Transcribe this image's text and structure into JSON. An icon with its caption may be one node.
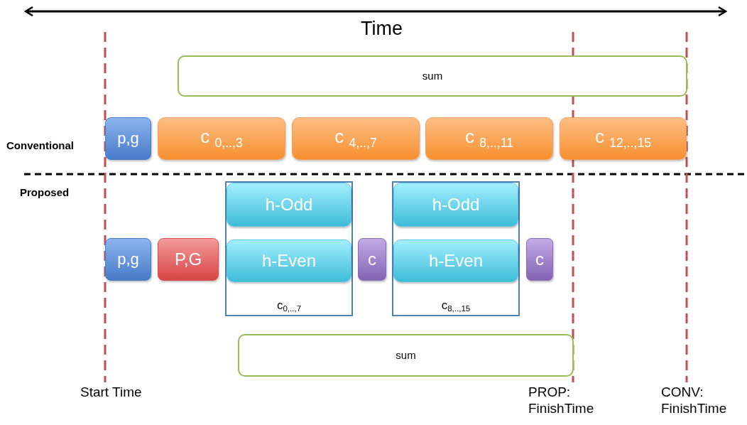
{
  "diagram": {
    "nodes": [
      {
        "text": [
          "sum"
        ]
      },
      {
        "text": [
          "p,g"
        ]
      },
      {
        "text": [
          "c $_{0,..,3}$"
        ]
      },
      {
        "text": [
          "c $_{4,..,7}$"
        ]
      },
      {
        "text": [
          "c $_{8,..,11}$"
        ]
      },
      {
        "text": [
          "c $_{12,..,15}$"
        ]
      },
      {
        "text": [
          "p,g"
        ]
      },
      {
        "text": [
          "P,G"
        ]
      },
      {
        "text": [
          "c$_{0,..,7}$"
        ]
      },
      {
        "text": [
          "h-Odd"
        ],
        "in": 8
      },
      {
        "text": [
          "h-Even"
        ],
        "in": 8
      },
      {
        "text": [
          "c"
        ]
      },
      {
        "text": [
          "c$_{8,..,15}$"
        ]
      },
      {
        "text": [
          "h-Odd"
        ],
        "in": 12
      },
      {
        "text": [
          "h-Even"
        ],
        "in": 12
      },
      {
        "text": [
          "c"
        ]
      },
      {
        "text": [
          "sum"
        ]
      }
    ],
    "edges": [],
    "labels": [
      "Time",
      "Conventional",
      "Proposed",
      "Start Time",
      "PROP: FinishTime",
      "CONV: FinishTime"
    ]
  }
}
